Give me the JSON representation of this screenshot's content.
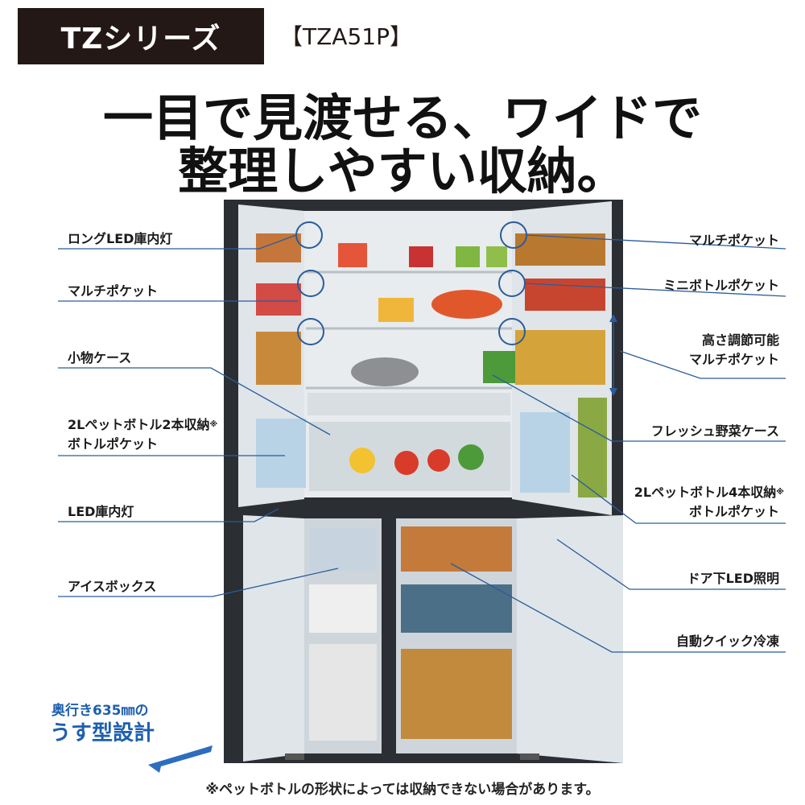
{
  "header": {
    "series": "TZシリーズ",
    "model": "【TZA51P】"
  },
  "headline": {
    "line1": "一目で見渡せる、ワイドで",
    "line2": "整理しやすい収納。"
  },
  "labels_left": {
    "long_led": "ロングLED庫内灯",
    "multi_pocket": "マルチポケット",
    "small_case": "小物ケース",
    "bottle2_line1": "2Lペットボトル2本収納",
    "bottle2_mark": "※",
    "bottle2_line2": "ボトルポケット",
    "led_light": "LED庫内灯",
    "ice_box": "アイスボックス"
  },
  "labels_right": {
    "multi_pocket": "マルチポケット",
    "mini_bottle": "ミニボトルポケット",
    "adjustable_line1": "高さ調節可能",
    "adjustable_line2": "マルチポケット",
    "fresh_veg": "フレッシュ野菜ケース",
    "bottle4_line1": "2Lペットボトル4本収納",
    "bottle4_mark": "※",
    "bottle4_line2": "ボトルポケット",
    "door_led": "ドア下LED照明",
    "quick_freeze": "自動クイック冷凍"
  },
  "slim": {
    "line1": "奥行き635㎜の",
    "line2": "うす型設計"
  },
  "footnote": "※ペットボトルの形状によっては収納できない場合があります。",
  "colors": {
    "series_bg": "#231815",
    "accent_blue": "#1d5fae",
    "leader": "#2a5c9a"
  }
}
